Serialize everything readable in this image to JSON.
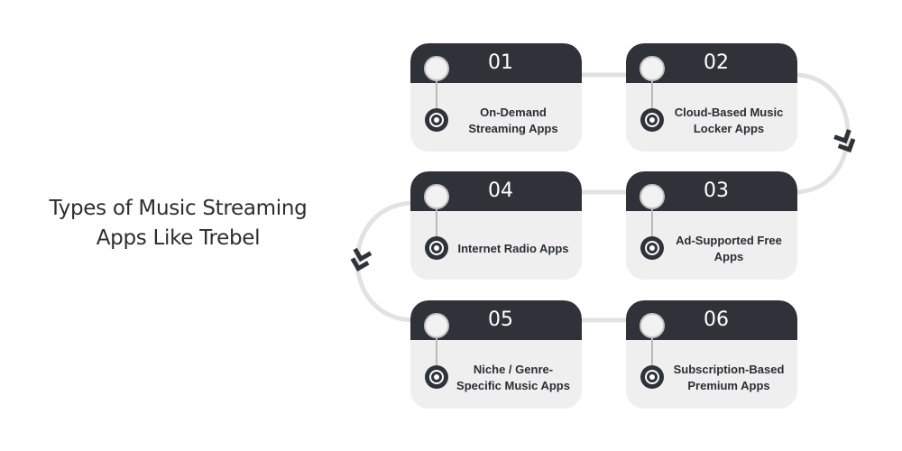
{
  "title": "Types of Music Streaming Apps Like Trebel",
  "colors": {
    "card_header": "#2f3339",
    "card_body": "#efefef",
    "connector": "#e2e2e2",
    "arrow": "#2f3339",
    "text": "#2a2e33"
  },
  "steps": [
    {
      "number": "01",
      "label": "On-Demand Streaming Apps"
    },
    {
      "number": "02",
      "label": "Cloud-Based Music Locker Apps"
    },
    {
      "number": "03",
      "label": "Ad-Supported Free Apps"
    },
    {
      "number": "04",
      "label": "Internet Radio Apps"
    },
    {
      "number": "05",
      "label": "Niche / Genre-Specific Music Apps"
    },
    {
      "number": "06",
      "label": "Subscription-Based Premium Apps"
    }
  ],
  "icons": {
    "step_icon": "vinyl-record-icon",
    "flow_arrow": "double-chevron-down-icon"
  }
}
